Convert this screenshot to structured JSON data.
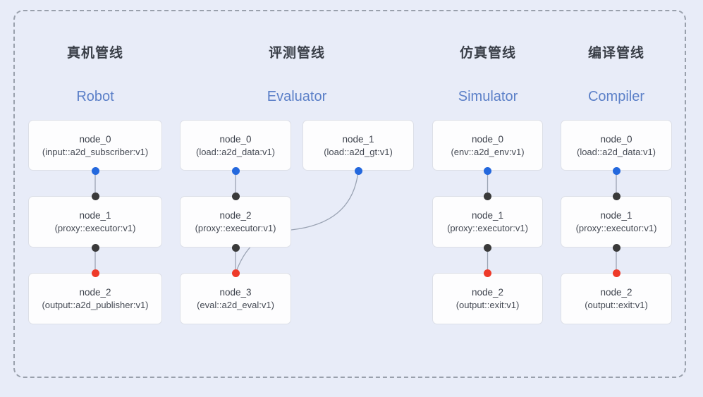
{
  "colors": {
    "background": "#e8ecf8",
    "frame_dash": "#99a0ac",
    "wire": "#9aa3b3",
    "node_fill": "#fdfdfe",
    "node_border": "#dcdfe7",
    "title_cn": "#3a3f48",
    "title_en": "#5c80c8",
    "node_text": "#3c414b",
    "dot_blue": "#2468dd",
    "dot_black": "#3a3a3a",
    "dot_red": "#ee3a29"
  },
  "pipelines": [
    {
      "title_cn": "真机管线",
      "title_en": "Robot",
      "nodes": [
        {
          "title": "node_0",
          "subtitle": "(input::a2d_subscriber:v1)"
        },
        {
          "title": "node_1",
          "subtitle": "(proxy::executor:v1)"
        },
        {
          "title": "node_2",
          "subtitle": "(output::a2d_publisher:v1)"
        }
      ]
    },
    {
      "title_cn": "评测管线",
      "title_en": "Evaluator",
      "nodes": [
        {
          "title": "node_0",
          "subtitle": "(load::a2d_data:v1)"
        },
        {
          "title": "node_1",
          "subtitle": "(load::a2d_gt:v1)"
        },
        {
          "title": "node_2",
          "subtitle": "(proxy::executor:v1)"
        },
        {
          "title": "node_3",
          "subtitle": "(eval::a2d_eval:v1)"
        }
      ]
    },
    {
      "title_cn": "仿真管线",
      "title_en": "Simulator",
      "nodes": [
        {
          "title": "node_0",
          "subtitle": "(env::a2d_env:v1)"
        },
        {
          "title": "node_1",
          "subtitle": "(proxy::executor:v1)"
        },
        {
          "title": "node_2",
          "subtitle": "(output::exit:v1)"
        }
      ]
    },
    {
      "title_cn": "编译管线",
      "title_en": "Compiler",
      "nodes": [
        {
          "title": "node_0",
          "subtitle": "(load::a2d_data:v1)"
        },
        {
          "title": "node_1",
          "subtitle": "(proxy::executor:v1)"
        },
        {
          "title": "node_2",
          "subtitle": "(output::exit:v1)"
        }
      ]
    }
  ]
}
